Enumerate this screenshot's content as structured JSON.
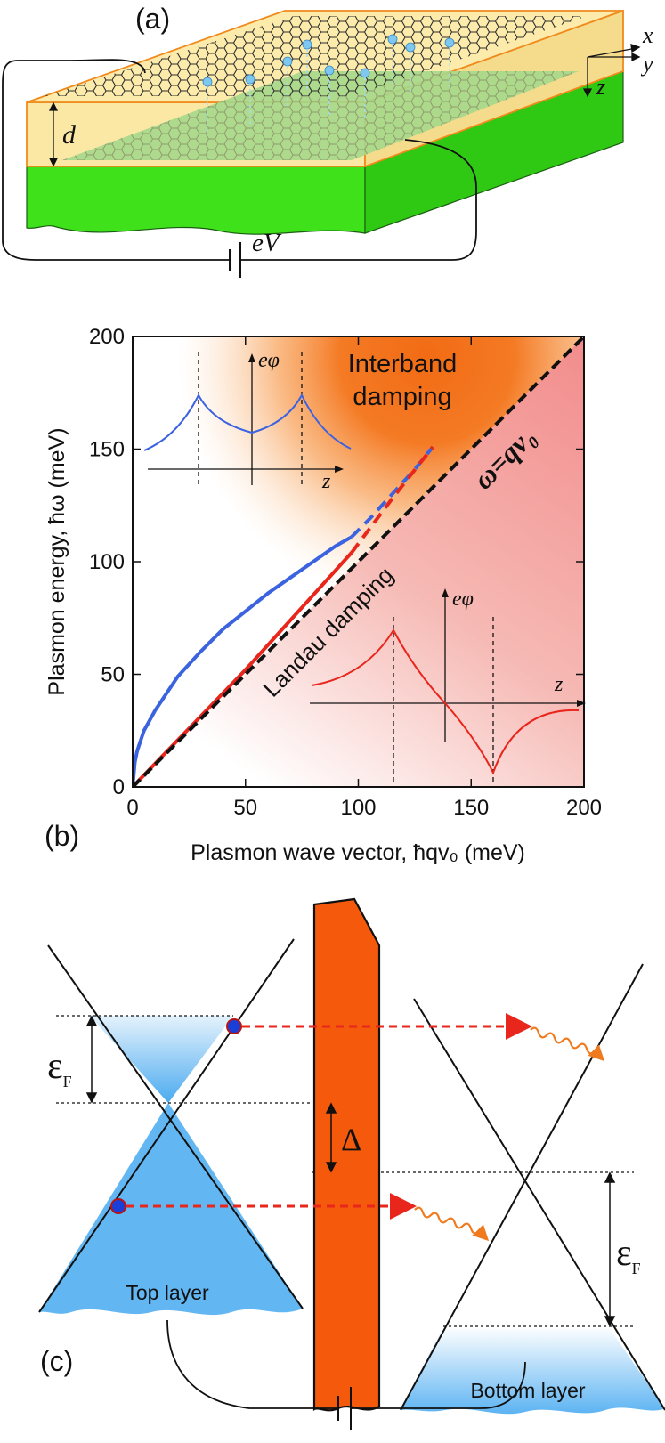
{
  "panel_a": {
    "label": "(a)",
    "dimension_label": "d",
    "voltage_label": "eV",
    "axis_x": "x",
    "axis_y": "y",
    "axis_z": "z"
  },
  "panel_b": {
    "label": "(b)",
    "xlabel": "Plasmon wave vector, ħqv₀ (meV)",
    "ylabel": "Plasmon energy, ħω (meV)",
    "x_ticks": [
      "0",
      "50",
      "100",
      "150",
      "200"
    ],
    "y_ticks": [
      "0",
      "50",
      "100",
      "150",
      "200"
    ],
    "interband_line1": "Interband",
    "interband_line2": "damping",
    "landau_label": "Landau damping",
    "omega_label": "ω=qv₀",
    "inset_top": {
      "ylabel": "eφ",
      "xlabel": "z"
    },
    "inset_bottom": {
      "ylabel": "eφ",
      "xlabel": "z"
    },
    "colors": {
      "blue": "#3b63e0",
      "red": "#e8261c",
      "orange": "#f26b14",
      "pink": "#f3a3a3"
    }
  },
  "chart_data": {
    "type": "line",
    "xlabel": "Plasmon wave vector, ħqv₀ (meV)",
    "ylabel": "Plasmon energy, ħω (meV)",
    "xlim": [
      0,
      200
    ],
    "ylim": [
      0,
      200
    ],
    "series": [
      {
        "style": "solid",
        "color": "#3b63e0",
        "x": [
          0,
          1,
          2,
          5,
          10,
          20,
          30,
          40,
          50,
          60,
          70,
          80,
          90,
          97
        ],
        "y": [
          0,
          11,
          16,
          25,
          34,
          49,
          60,
          70,
          78,
          86,
          93,
          100,
          107,
          111
        ]
      },
      {
        "style": "dashed",
        "color": "#3b63e0",
        "x": [
          97,
          105,
          115,
          125,
          133
        ],
        "y": [
          111,
          119,
          130,
          141,
          151
        ]
      },
      {
        "style": "solid",
        "color": "#e8261c",
        "x": [
          0,
          50,
          97
        ],
        "y": [
          0,
          52,
          104
        ]
      },
      {
        "style": "dashed",
        "color": "#e8261c",
        "x": [
          97,
          115,
          133
        ],
        "y": [
          104,
          128,
          151
        ]
      },
      {
        "name": "ω=qv₀",
        "style": "dashed",
        "color": "#111111",
        "x": [
          0,
          200
        ],
        "y": [
          0,
          200
        ]
      }
    ]
  },
  "panel_c": {
    "label": "(c)",
    "ef_top": "ε",
    "ef_top_sub": "F",
    "ef_bottom": "ε",
    "ef_bottom_sub": "F",
    "delta": "Δ",
    "top_layer": "Top layer",
    "bottom_layer": "Bottom layer"
  }
}
